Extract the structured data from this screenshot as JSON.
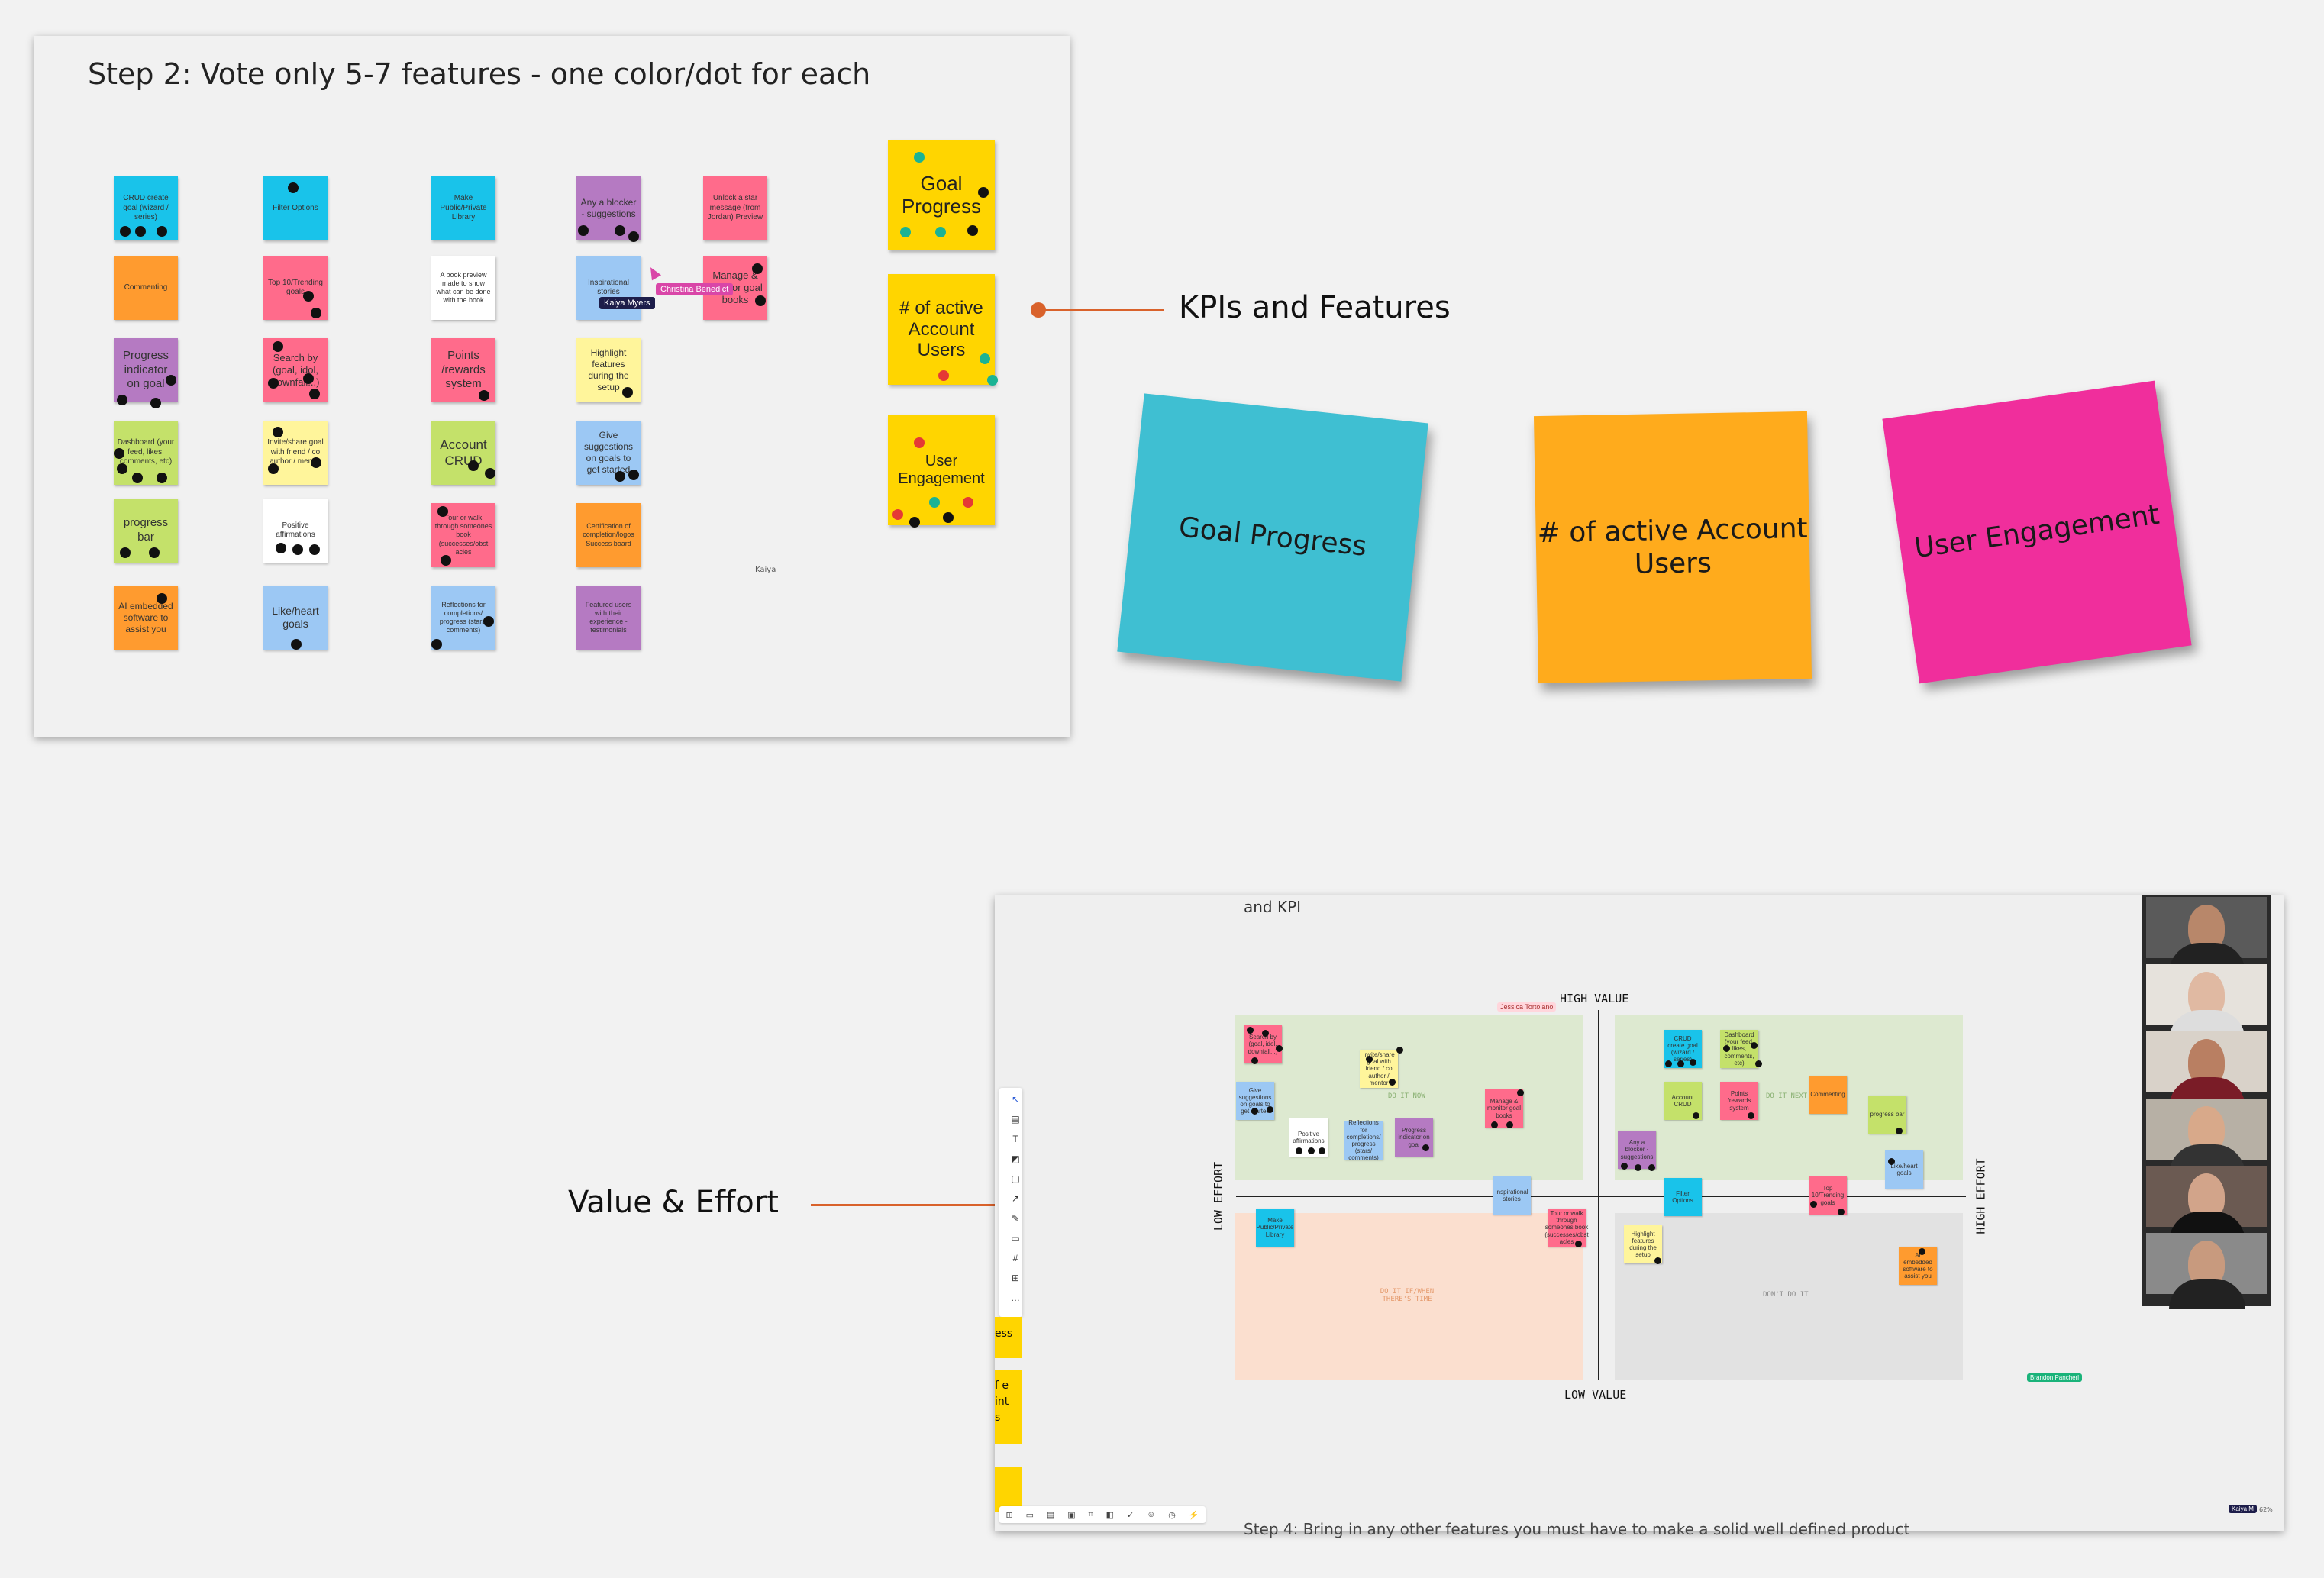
{
  "step2_board": {
    "title": "Step 2: Vote only 5-7 features - one color/dot for each",
    "stickies": [
      {
        "text": "CRUD create goal (wizard / series)",
        "color": "#19c3ea"
      },
      {
        "text": "Commenting",
        "color": "#ff9b2f"
      },
      {
        "text": "Progress indicator on goal",
        "color": "#b57ac2"
      },
      {
        "text": "Dashboard (your feed, likes, comments, etc)",
        "color": "#c4e16a"
      },
      {
        "text": "progress bar",
        "color": "#c4e16a"
      },
      {
        "text": "AI embedded software to assist you",
        "color": "#ff9b2f"
      },
      {
        "text": "Filter Options",
        "color": "#19c3ea"
      },
      {
        "text": "Top 10/Trending goals",
        "color": "#ff6b8b"
      },
      {
        "text": "Search by (goal, idol, downfall...)",
        "color": "#ff6b8b"
      },
      {
        "text": "Invite/share goal with friend / co author / mentor",
        "color": "#fff59b"
      },
      {
        "text": "Positive affirmations",
        "color": "#ffffff"
      },
      {
        "text": "Like/heart goals",
        "color": "#9cc8f4"
      },
      {
        "text": "Make Public/Private Library",
        "color": "#19c3ea"
      },
      {
        "text": "A book preview made to show what can be done with the book",
        "color": "#ffffff"
      },
      {
        "text": "Points /rewards system",
        "color": "#ff6b8b"
      },
      {
        "text": "Account CRUD",
        "color": "#c4e16a"
      },
      {
        "text": "Tour or walk through someones book (successes/obst acles",
        "color": "#ff6b8b"
      },
      {
        "text": "Reflections for completions/ progress (stars/ comments)",
        "color": "#9cc8f4"
      },
      {
        "text": "Any a blocker - suggestions",
        "color": "#b57ac2"
      },
      {
        "text": "Inspirational stories",
        "color": "#9cc8f4"
      },
      {
        "text": "Highlight features during the setup",
        "color": "#fff59b"
      },
      {
        "text": "Give suggestions on goals to get started",
        "color": "#9cc8f4"
      },
      {
        "text": "Certification of completion/logos Success board",
        "color": "#ff9b2f"
      },
      {
        "text": "Featured users with their experience - testimonials",
        "color": "#b57ac2"
      },
      {
        "text": "Unlock a star message (from Jordan) Preview",
        "color": "#ff6b8b"
      },
      {
        "text": "Manage & monitor goal books",
        "color": "#ff6b8b"
      }
    ],
    "kpi_stickies": [
      "Goal Progress",
      "# of active Account Users",
      "User Engagement"
    ],
    "cursors": [
      "Christina Benedict",
      "Kaiya Myers"
    ],
    "small_name": "Kaiya"
  },
  "callouts": {
    "kpis": "KPIs and Features",
    "value_effort": "Value & Effort"
  },
  "paper_notes": {
    "note1": "Goal Progress",
    "note2": "# of active Account Users",
    "note3": "User Engagement",
    "colors": {
      "teal": "#3fbfd2",
      "orange": "#ffab1c",
      "pink": "#f02e9c"
    }
  },
  "matrix_screen": {
    "heading": "and KPI",
    "high_value": "HIGH VALUE",
    "low_value": "LOW VALUE",
    "low_effort": "LOW EFFORT",
    "high_effort": "HIGH EFFORT",
    "q_do_it_now": "DO IT NOW",
    "q_do_it_next": "DO IT NEXT",
    "q_do_it_when": "DO IT IF/WHEN THERE'S TIME",
    "q_dont": "DON'T DO IT",
    "cursor1": "Jessica Tortolano",
    "cursor2": "Brandon Pancherl",
    "user_tag": "Kaiya M",
    "zoom": "62%",
    "bottom_text": "Step 4: Bring in any other features you must have to make a solid well defined product",
    "edge_text1": "ess",
    "edge_text2": "f e int s",
    "items": [
      "Search by (goal, idol, downfall...)",
      "Give suggestions on goals to get started",
      "Positive affirmations",
      "Invite/share goal with friend / co author / mentor",
      "Reflections for completions/ progress (stars/ comments)",
      "Progress indicator on goal",
      "Manage & monitor goal books",
      "CRUD create goal (wizard / series)",
      "Dashboard (your feed, likes, comments, etc)",
      "Account CRUD",
      "Points /rewards system",
      "Commenting",
      "progress bar",
      "Any a blocker - suggestions",
      "Filter Options",
      "Top 10/Trending goals",
      "Like/heart goals",
      "Make Public/Private Library",
      "Inspirational stories",
      "Tour or walk through someones book (successes/obst acles",
      "Highlight features during the setup",
      "AI embedded software to assist you"
    ]
  }
}
